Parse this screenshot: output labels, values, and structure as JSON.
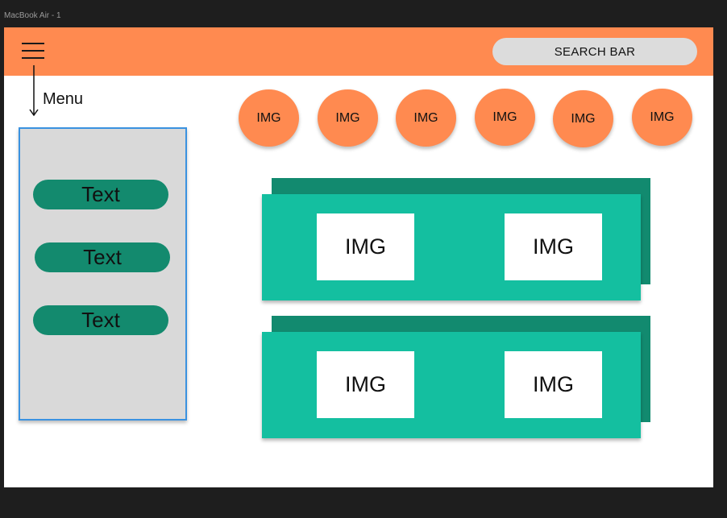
{
  "canvas": {
    "frame_label": "MacBook Air - 1"
  },
  "header": {
    "background_color": "#ff8a50",
    "menu_icon": "hamburger-icon",
    "search_label": "SEARCH BAR"
  },
  "annotation": {
    "arrow_icon": "arrow-down-icon",
    "label": "Menu"
  },
  "sidebar": {
    "background_color": "#d9d9d9",
    "border_color": "#3a92e0",
    "items": [
      {
        "label": "Text"
      },
      {
        "label": "Text"
      },
      {
        "label": "Text"
      }
    ]
  },
  "circles": [
    {
      "label": "IMG"
    },
    {
      "label": "IMG"
    },
    {
      "label": "IMG"
    },
    {
      "label": "IMG"
    },
    {
      "label": "IMG"
    },
    {
      "label": "IMG"
    }
  ],
  "cards": [
    {
      "images": [
        {
          "label": "IMG"
        },
        {
          "label": "IMG"
        }
      ]
    },
    {
      "images": [
        {
          "label": "IMG"
        },
        {
          "label": "IMG"
        }
      ]
    }
  ],
  "colors": {
    "accent_orange": "#ff8a50",
    "card_teal": "#14bfa0",
    "card_shadow_teal": "#128a6f",
    "pill_green": "#138a6e"
  }
}
